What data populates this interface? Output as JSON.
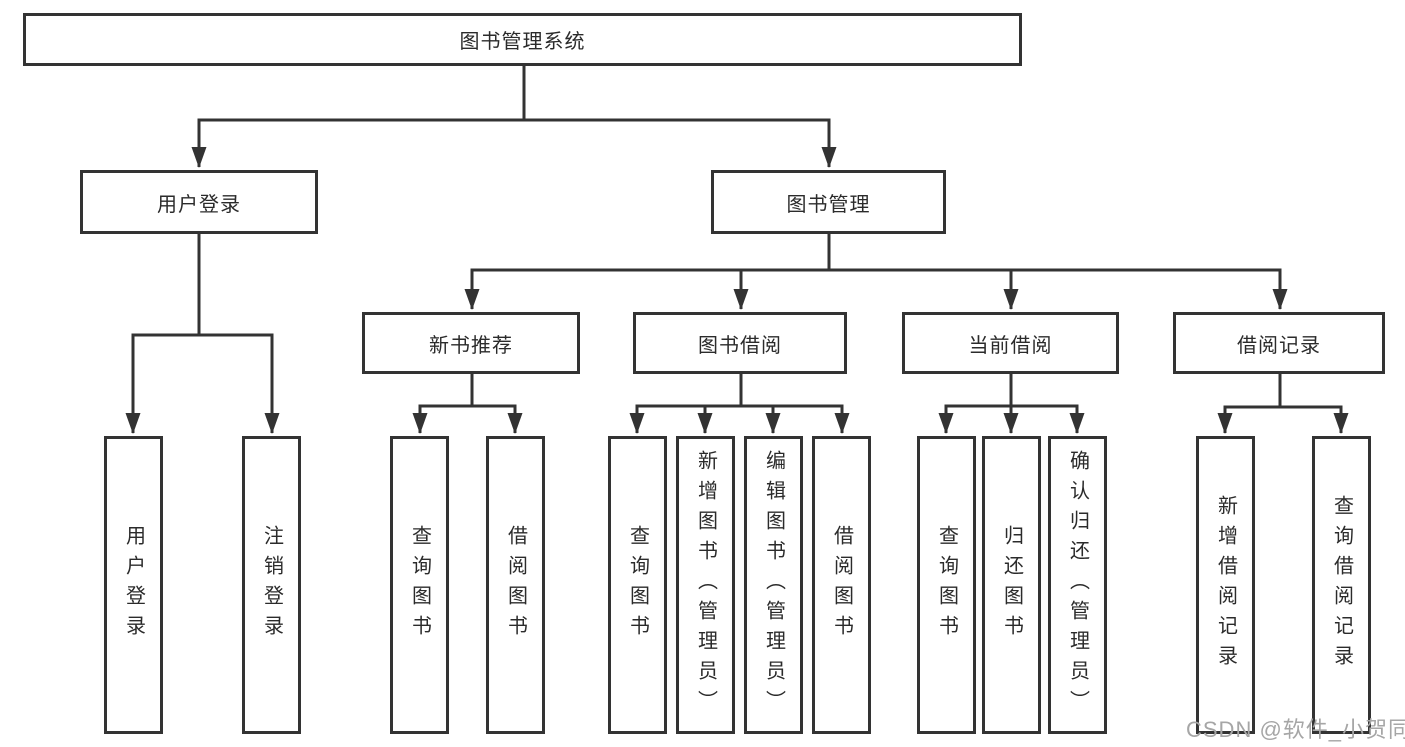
{
  "colors": {
    "line": "#333333",
    "text": "#2b2b2b",
    "watermark": "#a6a6a6",
    "background": "#ffffff"
  },
  "watermark": "CSDN @软件_小贺同学",
  "chart_data": {
    "type": "tree-diagram",
    "title": "图书管理系统",
    "edges_style": "orthogonal lines with solid downward arrowheads",
    "tree": {
      "root": {
        "label": "图书管理系统"
      },
      "level2": [
        {
          "id": "user-login-module",
          "label": "用户登录",
          "parent": "root"
        },
        {
          "id": "book-management",
          "label": "图书管理",
          "parent": "root"
        }
      ],
      "level3": [
        {
          "id": "new-book-recommend",
          "label": "新书推荐",
          "parent": "book-management"
        },
        {
          "id": "book-borrow",
          "label": "图书借阅",
          "parent": "book-management"
        },
        {
          "id": "current-borrow",
          "label": "当前借阅",
          "parent": "book-management"
        },
        {
          "id": "borrow-records",
          "label": "借阅记录",
          "parent": "book-management"
        }
      ],
      "leaves": [
        {
          "id": "user-login",
          "label": "用户登录",
          "parent": "user-login-module"
        },
        {
          "id": "logout",
          "label": "注销登录",
          "parent": "user-login-module"
        },
        {
          "id": "search-books-recommend",
          "label": "查询图书",
          "parent": "new-book-recommend"
        },
        {
          "id": "borrow-books-recommend",
          "label": "借阅图书",
          "parent": "new-book-recommend"
        },
        {
          "id": "search-books-borrow",
          "label": "查询图书",
          "parent": "book-borrow"
        },
        {
          "id": "add-books-admin",
          "label": "新增图书（管理员）",
          "parent": "book-borrow"
        },
        {
          "id": "edit-books-admin",
          "label": "编辑图书（管理员）",
          "parent": "book-borrow"
        },
        {
          "id": "borrow-books",
          "label": "借阅图书",
          "parent": "book-borrow"
        },
        {
          "id": "search-books-current",
          "label": "查询图书",
          "parent": "current-borrow"
        },
        {
          "id": "return-books",
          "label": "归还图书",
          "parent": "current-borrow"
        },
        {
          "id": "confirm-return-admin",
          "label": "确认归还（管理员）",
          "parent": "current-borrow"
        },
        {
          "id": "add-borrow-record",
          "label": "新增借阅记录",
          "parent": "borrow-records"
        },
        {
          "id": "search-borrow-record",
          "label": "查询借阅记录",
          "parent": "borrow-records"
        }
      ]
    }
  }
}
